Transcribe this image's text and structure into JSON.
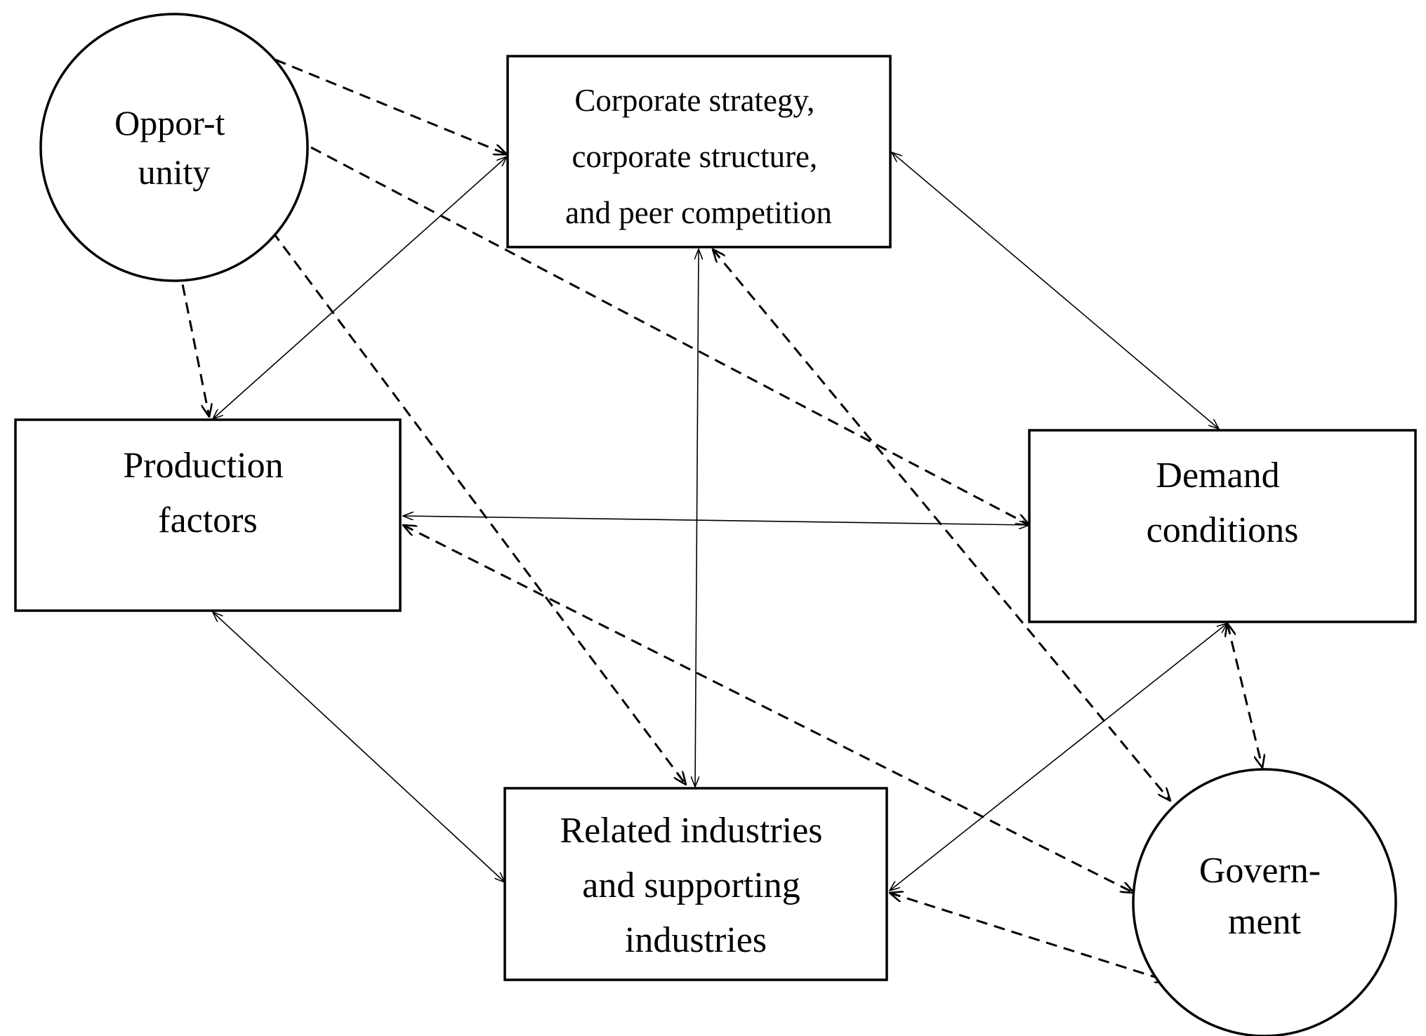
{
  "nodes": {
    "opportunity": {
      "lines": [
        "Oppor-t",
        "unity"
      ]
    },
    "corporate_strategy": {
      "lines": [
        "Corporate strategy,",
        "corporate structure,",
        "and peer competition"
      ]
    },
    "production_factors": {
      "lines": [
        "Production",
        "factors"
      ]
    },
    "demand_conditions": {
      "lines": [
        "Demand",
        "conditions"
      ]
    },
    "related_industries": {
      "lines": [
        "Related industries",
        "and supporting",
        "industries"
      ]
    },
    "government": {
      "lines": [
        "Govern-",
        "ment"
      ]
    }
  },
  "edges": [
    {
      "from": "opportunity",
      "to": "corporate_strategy",
      "style": "dashed",
      "direction": "forward"
    },
    {
      "from": "opportunity",
      "to": "demand_conditions",
      "style": "dashed",
      "direction": "forward"
    },
    {
      "from": "opportunity",
      "to": "production_factors",
      "style": "dashed",
      "direction": "forward"
    },
    {
      "from": "opportunity",
      "to": "related_industries",
      "style": "dashed",
      "direction": "forward"
    },
    {
      "from": "corporate_strategy",
      "to": "production_factors",
      "style": "solid",
      "direction": "both"
    },
    {
      "from": "corporate_strategy",
      "to": "demand_conditions",
      "style": "solid",
      "direction": "both"
    },
    {
      "from": "corporate_strategy",
      "to": "related_industries",
      "style": "solid",
      "direction": "both"
    },
    {
      "from": "corporate_strategy",
      "to": "government",
      "style": "dashed",
      "direction": "both"
    },
    {
      "from": "production_factors",
      "to": "demand_conditions",
      "style": "solid",
      "direction": "both"
    },
    {
      "from": "production_factors",
      "to": "related_industries",
      "style": "solid",
      "direction": "both"
    },
    {
      "from": "production_factors",
      "to": "government",
      "style": "dashed",
      "direction": "both"
    },
    {
      "from": "demand_conditions",
      "to": "related_industries",
      "style": "solid",
      "direction": "both"
    },
    {
      "from": "demand_conditions",
      "to": "government",
      "style": "dashed",
      "direction": "both"
    },
    {
      "from": "related_industries",
      "to": "government",
      "style": "dashed",
      "direction": "both"
    }
  ]
}
